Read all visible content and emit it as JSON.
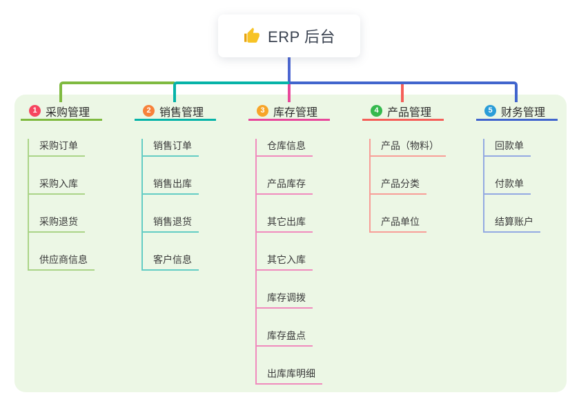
{
  "root": {
    "title": "ERP 后台",
    "icon": "thumbs-up-icon"
  },
  "branches": [
    {
      "badge": "1",
      "title": "采购管理",
      "badge_color": "#f6455f",
      "line_color": "#7fba40",
      "child_line_color": "#aad487",
      "children": [
        "采购订单",
        "采购入库",
        "采购退货",
        "供应商信息"
      ]
    },
    {
      "badge": "2",
      "title": "销售管理",
      "badge_color": "#f7823b",
      "line_color": "#06b3a8",
      "child_line_color": "#63ccc4",
      "children": [
        "销售订单",
        "销售出库",
        "销售退货",
        "客户信息"
      ]
    },
    {
      "badge": "3",
      "title": "库存管理",
      "badge_color": "#f7a428",
      "line_color": "#e8489b",
      "child_line_color": "#f08abd",
      "children": [
        "仓库信息",
        "产品库存",
        "其它出库",
        "其它入库",
        "库存调拨",
        "库存盘点",
        "出库库明细"
      ]
    },
    {
      "badge": "4",
      "title": "产品管理",
      "badge_color": "#35b94e",
      "line_color": "#f55f59",
      "child_line_color": "#f89d97",
      "children": [
        "产品（物料）",
        "产品分类",
        "产品单位"
      ]
    },
    {
      "badge": "5",
      "title": "财务管理",
      "badge_color": "#2a9dd8",
      "line_color": "#4165cd",
      "child_line_color": "#93a9e2",
      "children": [
        "回款单",
        "付款单",
        "结算账户"
      ]
    }
  ],
  "colors": {
    "canvas_bg": "#ffffff",
    "panel_bg": "#ecf7e5",
    "root_connector": "#4c66d1",
    "root_text": "#39414f",
    "branch_text": "#2c2c2c",
    "child_text": "#3a3a3a",
    "thumb_icon": "#f7c325"
  }
}
